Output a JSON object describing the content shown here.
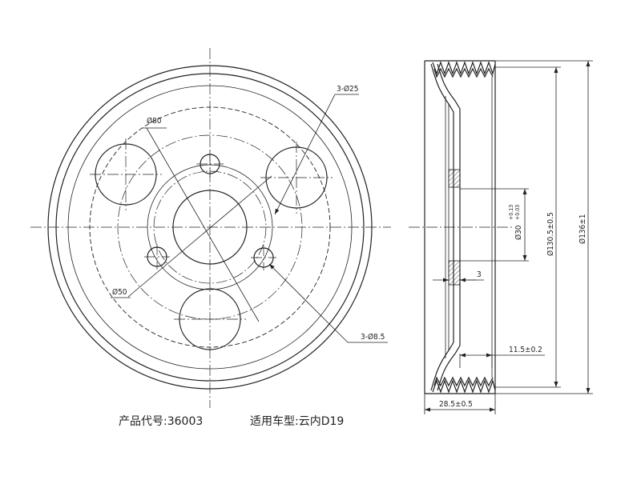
{
  "annotations": {
    "bolt_holes": "3-Ø25",
    "small_holes": "3-Ø8.5",
    "pcd_large": "Ø80",
    "pcd_small": "Ø50",
    "bore": "Ø30",
    "bore_tol_upper": "+0.13",
    "bore_tol_lower": "+0.03",
    "outer_diameter": "Ø136±1",
    "pitch_diameter": "Ø130.5±0.5",
    "wall": "3",
    "flange_offset": "11.5±0.2",
    "width": "28.5±0.5"
  },
  "caption": {
    "product_code_label": "产品代号:",
    "product_code": "36003",
    "vehicle_label": "适用车型:",
    "vehicle": "云内D19"
  }
}
